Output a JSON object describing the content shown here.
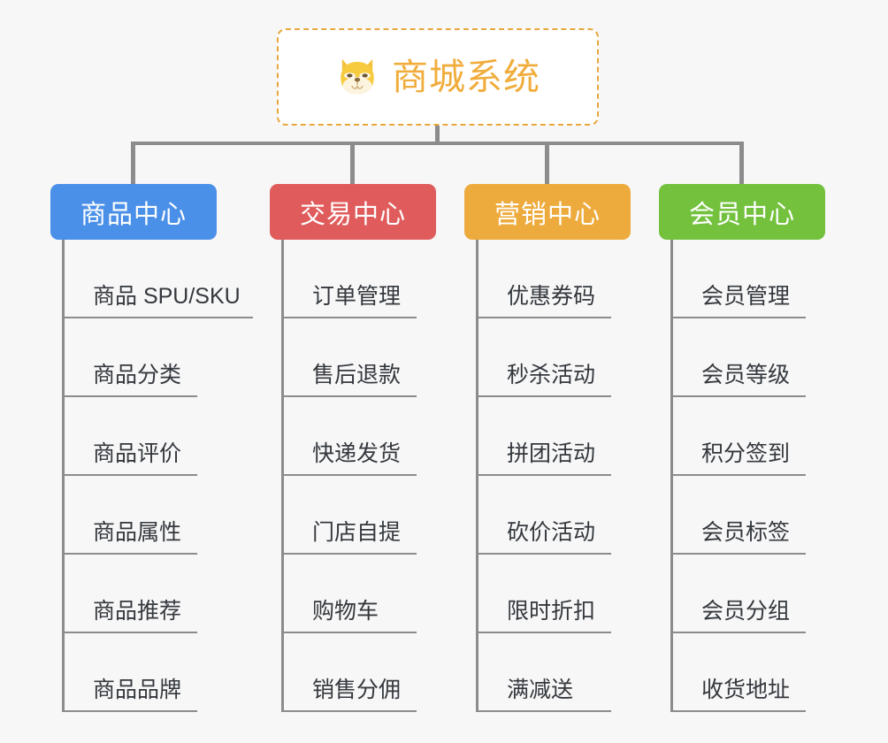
{
  "canvas": {
    "background": "#f7f7f7",
    "connector_color": "#8c8c8c"
  },
  "root": {
    "title": "商城系统",
    "icon": "shiba-dog-face-icon",
    "title_color": "#f0ad3c",
    "border_color": "#e8a73d",
    "background": "#ffffff"
  },
  "branches": [
    {
      "label": "商品中心",
      "color": "#4a90e8",
      "leaves": [
        "商品 SPU/SKU",
        "商品分类",
        "商品评价",
        "商品属性",
        "商品推荐",
        "商品品牌"
      ]
    },
    {
      "label": "交易中心",
      "color": "#e05c5c",
      "leaves": [
        "订单管理",
        "售后退款",
        "快递发货",
        "门店自提",
        "购物车",
        "销售分佣"
      ]
    },
    {
      "label": "营销中心",
      "color": "#eeab3d",
      "leaves": [
        "优惠券码",
        "秒杀活动",
        "拼团活动",
        "砍价活动",
        "限时折扣",
        "满减送"
      ]
    },
    {
      "label": "会员中心",
      "color": "#73c13d",
      "leaves": [
        "会员管理",
        "会员等级",
        "积分签到",
        "会员标签",
        "会员分组",
        "收货地址"
      ]
    }
  ]
}
